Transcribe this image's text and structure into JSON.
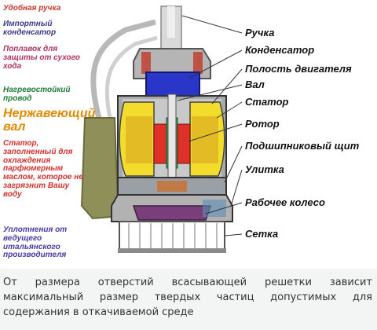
{
  "left_notes": [
    {
      "text": "Удобная ручка",
      "color": "#c0392b"
    },
    {
      "text": "Импортный конденсатор",
      "color": "#3a3a8c"
    },
    {
      "text": "Поплавок для защиты от сухого хода",
      "color": "#b03060"
    },
    {
      "text": "Нагревостойкий провод",
      "color": "#1e7b3a"
    },
    {
      "text": "Нержавеющий вал",
      "color": "#e08a00"
    },
    {
      "text": "Статор, заполненный для охлаждения парфюмерным маслом, которое не загрязнит Вашу воду",
      "color": "#d0312d"
    },
    {
      "text": "Уплотнения от ведущего итальянского производителя",
      "color": "#4b3aa6"
    }
  ],
  "callouts": [
    "Ручка",
    "Конденсатор",
    "Полость двигателя",
    "Вал",
    "Статор",
    "Ротор",
    "Подшипниковый щит",
    "Улитка",
    "Рабочее колесо",
    "Сетка"
  ],
  "caption": "От размера отверстий всасывающей решетки зависит максимальный размер твердых частиц допустимых для содержания в откачиваемой среде",
  "colors": {
    "capacitor": "#2a35c9",
    "stator_yellow": "#f2dc2c",
    "rotor_red": "#e0302a",
    "rotor_green": "#2aa34a",
    "housing": "#9aa0a6",
    "impeller": "#7a3f7a"
  }
}
